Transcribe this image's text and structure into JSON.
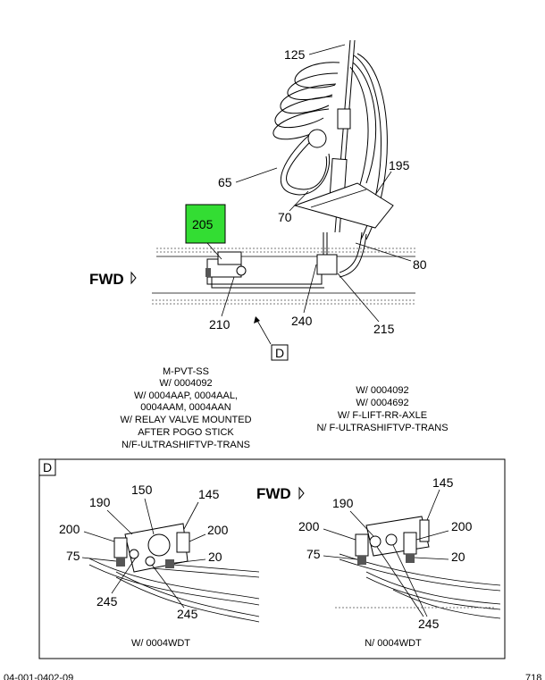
{
  "top_view": {
    "fwd_label": "FWD",
    "highlight_color": "#33dd33",
    "callouts": {
      "c125": "125",
      "c65": "65",
      "c70": "70",
      "c195": "195",
      "c205": "205",
      "c80": "80",
      "c210": "210",
      "c240": "240",
      "c215": "215"
    },
    "view_ref": "D"
  },
  "notes": {
    "left": [
      "M-PVT-SS",
      "W/ 0004092",
      "W/ 0004AAP, 0004AAL,",
      "0004AAM, 0004AAN",
      "W/ RELAY VALVE MOUNTED",
      "AFTER POGO STICK",
      "N/F-ULTRASHIFTVP-TRANS"
    ],
    "right": [
      "W/ 0004092",
      "W/ 0004692",
      "W/ F-LIFT-RR-AXLE",
      "N/ F-ULTRASHIFTVP-TRANS"
    ]
  },
  "detail": {
    "title": "D",
    "fwd_label": "FWD",
    "left": {
      "caption": "W/ 0004WDT",
      "callouts": {
        "c190": "190",
        "c150": "150",
        "c145": "145",
        "c200a": "200",
        "c200b": "200",
        "c75": "75",
        "c20": "20",
        "c245a": "245",
        "c245b": "245"
      }
    },
    "right": {
      "caption": "N/ 0004WDT",
      "callouts": {
        "c145": "145",
        "c190": "190",
        "c200a": "200",
        "c200b": "200",
        "c75": "75",
        "c20": "20",
        "c245": "245"
      }
    }
  },
  "footer": {
    "left_code": "04-001-0402-09",
    "right_code": "718"
  }
}
